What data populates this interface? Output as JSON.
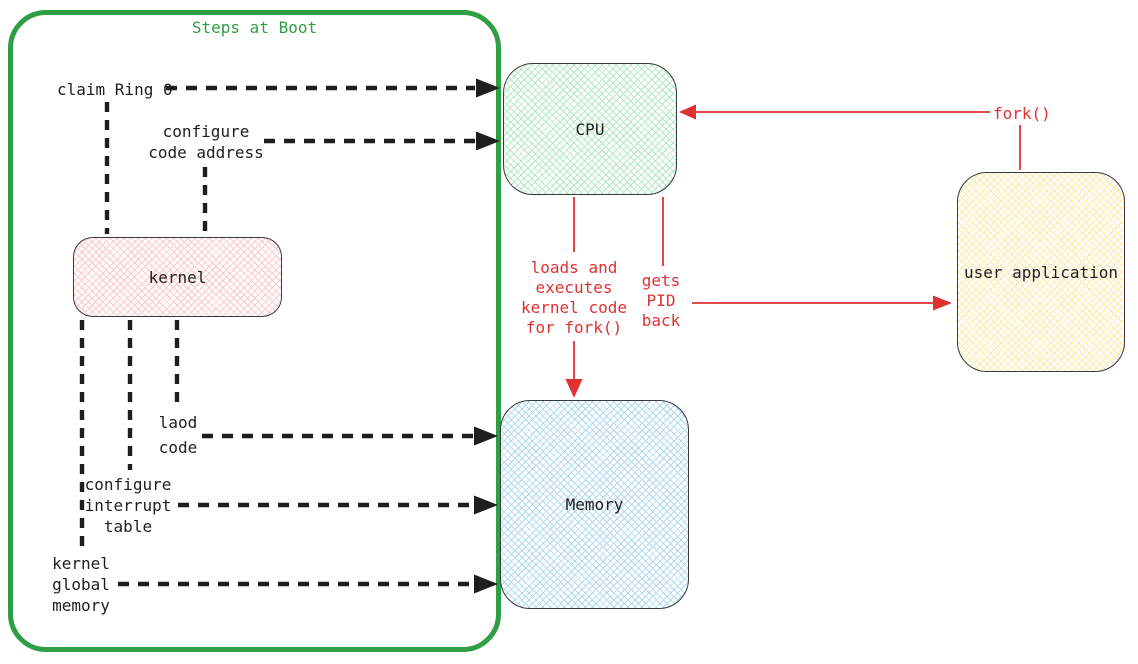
{
  "diagram": {
    "title": "Steps at Boot",
    "nodes": {
      "kernel": "kernel",
      "cpu": "CPU",
      "memory": "Memory",
      "user_application": "user application"
    },
    "boot_steps": {
      "claim_ring0": "claim Ring 0",
      "configure_code_address": "configure\ncode address",
      "load_code": "laod\ncode",
      "configure_interrupt_table": "configure\ninterrupt\ntable",
      "kernel_global_memory": "kernel\nglobal\nmemory"
    },
    "fork_flow": {
      "fork_call": "fork()",
      "loads_and_executes": "loads and\nexecutes\nkernel code\nfor fork()",
      "gets_pid_back": "gets\nPID\nback"
    },
    "colors": {
      "container_green": "#2f9e44",
      "flow_red": "#e03131",
      "ink": "#1e1e1e",
      "kernel_hatch": "#ffc9c9",
      "cpu_hatch": "#b5e8c3",
      "memory_hatch": "#b3d9f2",
      "user_app_hatch": "#ffe9a8"
    }
  }
}
